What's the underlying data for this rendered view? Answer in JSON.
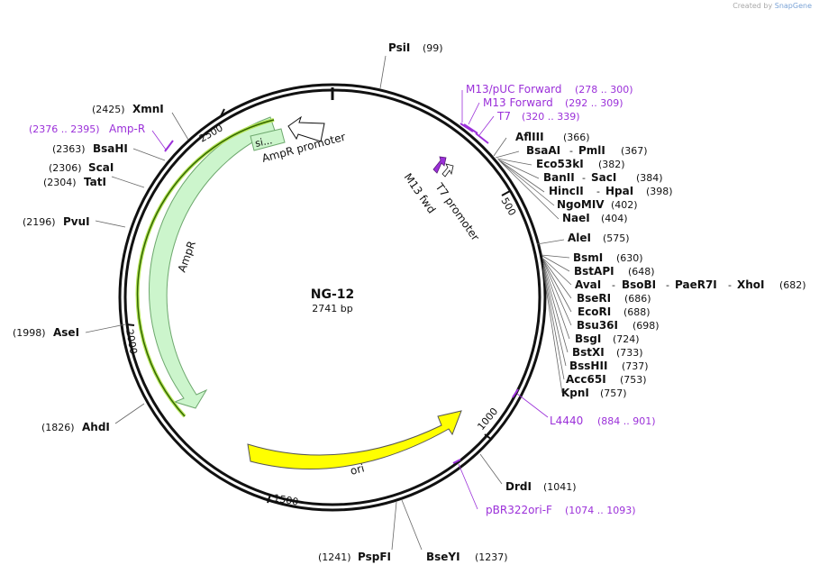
{
  "credit": {
    "prefix": "Created by",
    "brand": "SnapGene"
  },
  "plasmid": {
    "name": "NG-12",
    "length": "2741 bp"
  },
  "ticks": [
    "500",
    "1000",
    "1500",
    "2000",
    "2500"
  ],
  "features": {
    "ampr": "AmpR",
    "ampr_promoter": "AmpR promoter",
    "signal": "si...",
    "ori": "ori",
    "m13fwd": "M13 fwd",
    "t7promoter": "T7 promoter"
  },
  "primers": {
    "m13puc": {
      "name": "M13/pUC Forward",
      "range": "(278 .. 300)"
    },
    "m13fwd": {
      "name": "M13 Forward",
      "range": "(292 .. 309)"
    },
    "t7": {
      "name": "T7",
      "range": "(320 .. 339)"
    },
    "l4440": {
      "name": "L4440",
      "range": "(884 .. 901)"
    },
    "pbr": {
      "name": "pBR322ori-F",
      "range": "(1074 .. 1093)"
    },
    "ampr": {
      "name": "Amp-R",
      "range": "(2376 .. 2395)"
    }
  },
  "sites": {
    "psi": {
      "name": "PsiI",
      "pos": "(99)"
    },
    "afliii": {
      "name": "AflIII",
      "pos": "(366)"
    },
    "bsaai": {
      "name": "BsaAI",
      "sep": "-",
      "name2": "PmlI",
      "pos": "(367)"
    },
    "eco53ki": {
      "name": "Eco53kI",
      "pos": "(382)"
    },
    "banii": {
      "name": "BanII",
      "sep": "-",
      "name2": "SacI",
      "pos": "(384)"
    },
    "hincii": {
      "name": "HincII",
      "sep": "-",
      "name2": "HpaI",
      "pos": "(398)"
    },
    "ngomiv": {
      "name": "NgoMIV",
      "pos": "(402)"
    },
    "naei": {
      "name": "NaeI",
      "pos": "(404)"
    },
    "alei": {
      "name": "AleI",
      "pos": "(575)"
    },
    "bsmi": {
      "name": "BsmI",
      "pos": "(630)"
    },
    "bstapi": {
      "name": "BstAPI",
      "pos": "(648)"
    },
    "avai": {
      "name": "AvaI",
      "sep1": "-",
      "name2": "BsoBI",
      "sep2": "-",
      "name3": "PaeR7I",
      "sep3": "-",
      "name4": "XhoI",
      "pos": "(682)"
    },
    "bseri": {
      "name": "BseRI",
      "pos": "(686)"
    },
    "ecori": {
      "name": "EcoRI",
      "pos": "(688)"
    },
    "bsu36i": {
      "name": "Bsu36I",
      "pos": "(698)"
    },
    "bsgi": {
      "name": "BsgI",
      "pos": "(724)"
    },
    "bstxi": {
      "name": "BstXI",
      "pos": "(733)"
    },
    "bsshii": {
      "name": "BssHII",
      "pos": "(737)"
    },
    "acc65i": {
      "name": "Acc65I",
      "pos": "(753)"
    },
    "kpni": {
      "name": "KpnI",
      "pos": "(757)"
    },
    "drdi": {
      "name": "DrdI",
      "pos": "(1041)"
    },
    "bseyi": {
      "name": "BseYI",
      "pos": "(1237)"
    },
    "pspfi": {
      "name": "PspFI",
      "pos": "(1241)"
    },
    "ahdi": {
      "name": "AhdI",
      "pos": "(1826)"
    },
    "asei": {
      "name": "AseI",
      "pos": "(1998)"
    },
    "pvui": {
      "name": "PvuI",
      "pos": "(2196)"
    },
    "tati": {
      "name": "TatI",
      "pos": "(2304)"
    },
    "scai": {
      "name": "ScaI",
      "pos": "(2306)"
    },
    "bsahi": {
      "name": "BsaHI",
      "pos": "(2363)"
    },
    "xmni": {
      "name": "XmnI",
      "pos": "(2425)"
    }
  },
  "colors": {
    "backbone": "#111111",
    "primer": "#9b30d9",
    "ampr_fill": "#ccf5cc",
    "ampr_stroke": "#6ea86e",
    "ori_fill": "#ffff00",
    "promoter_fill": "#ffffff",
    "m13_fill": "#9b30d9",
    "amp_line": "#336600",
    "amp_line_light": "#b6e65a"
  }
}
